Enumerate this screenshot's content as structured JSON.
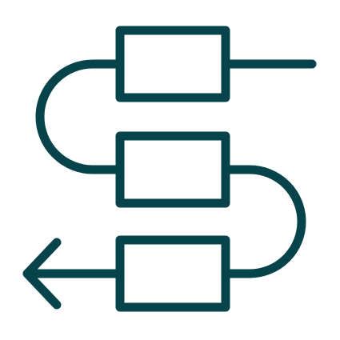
{
  "diagram": {
    "kind": "serpentine-process-flow-icon",
    "stroke_color": "#06434a",
    "background_color": "#ffffff",
    "steps": [
      {
        "id": "step-1"
      },
      {
        "id": "step-2"
      },
      {
        "id": "step-3"
      }
    ],
    "flow_direction": "left"
  }
}
